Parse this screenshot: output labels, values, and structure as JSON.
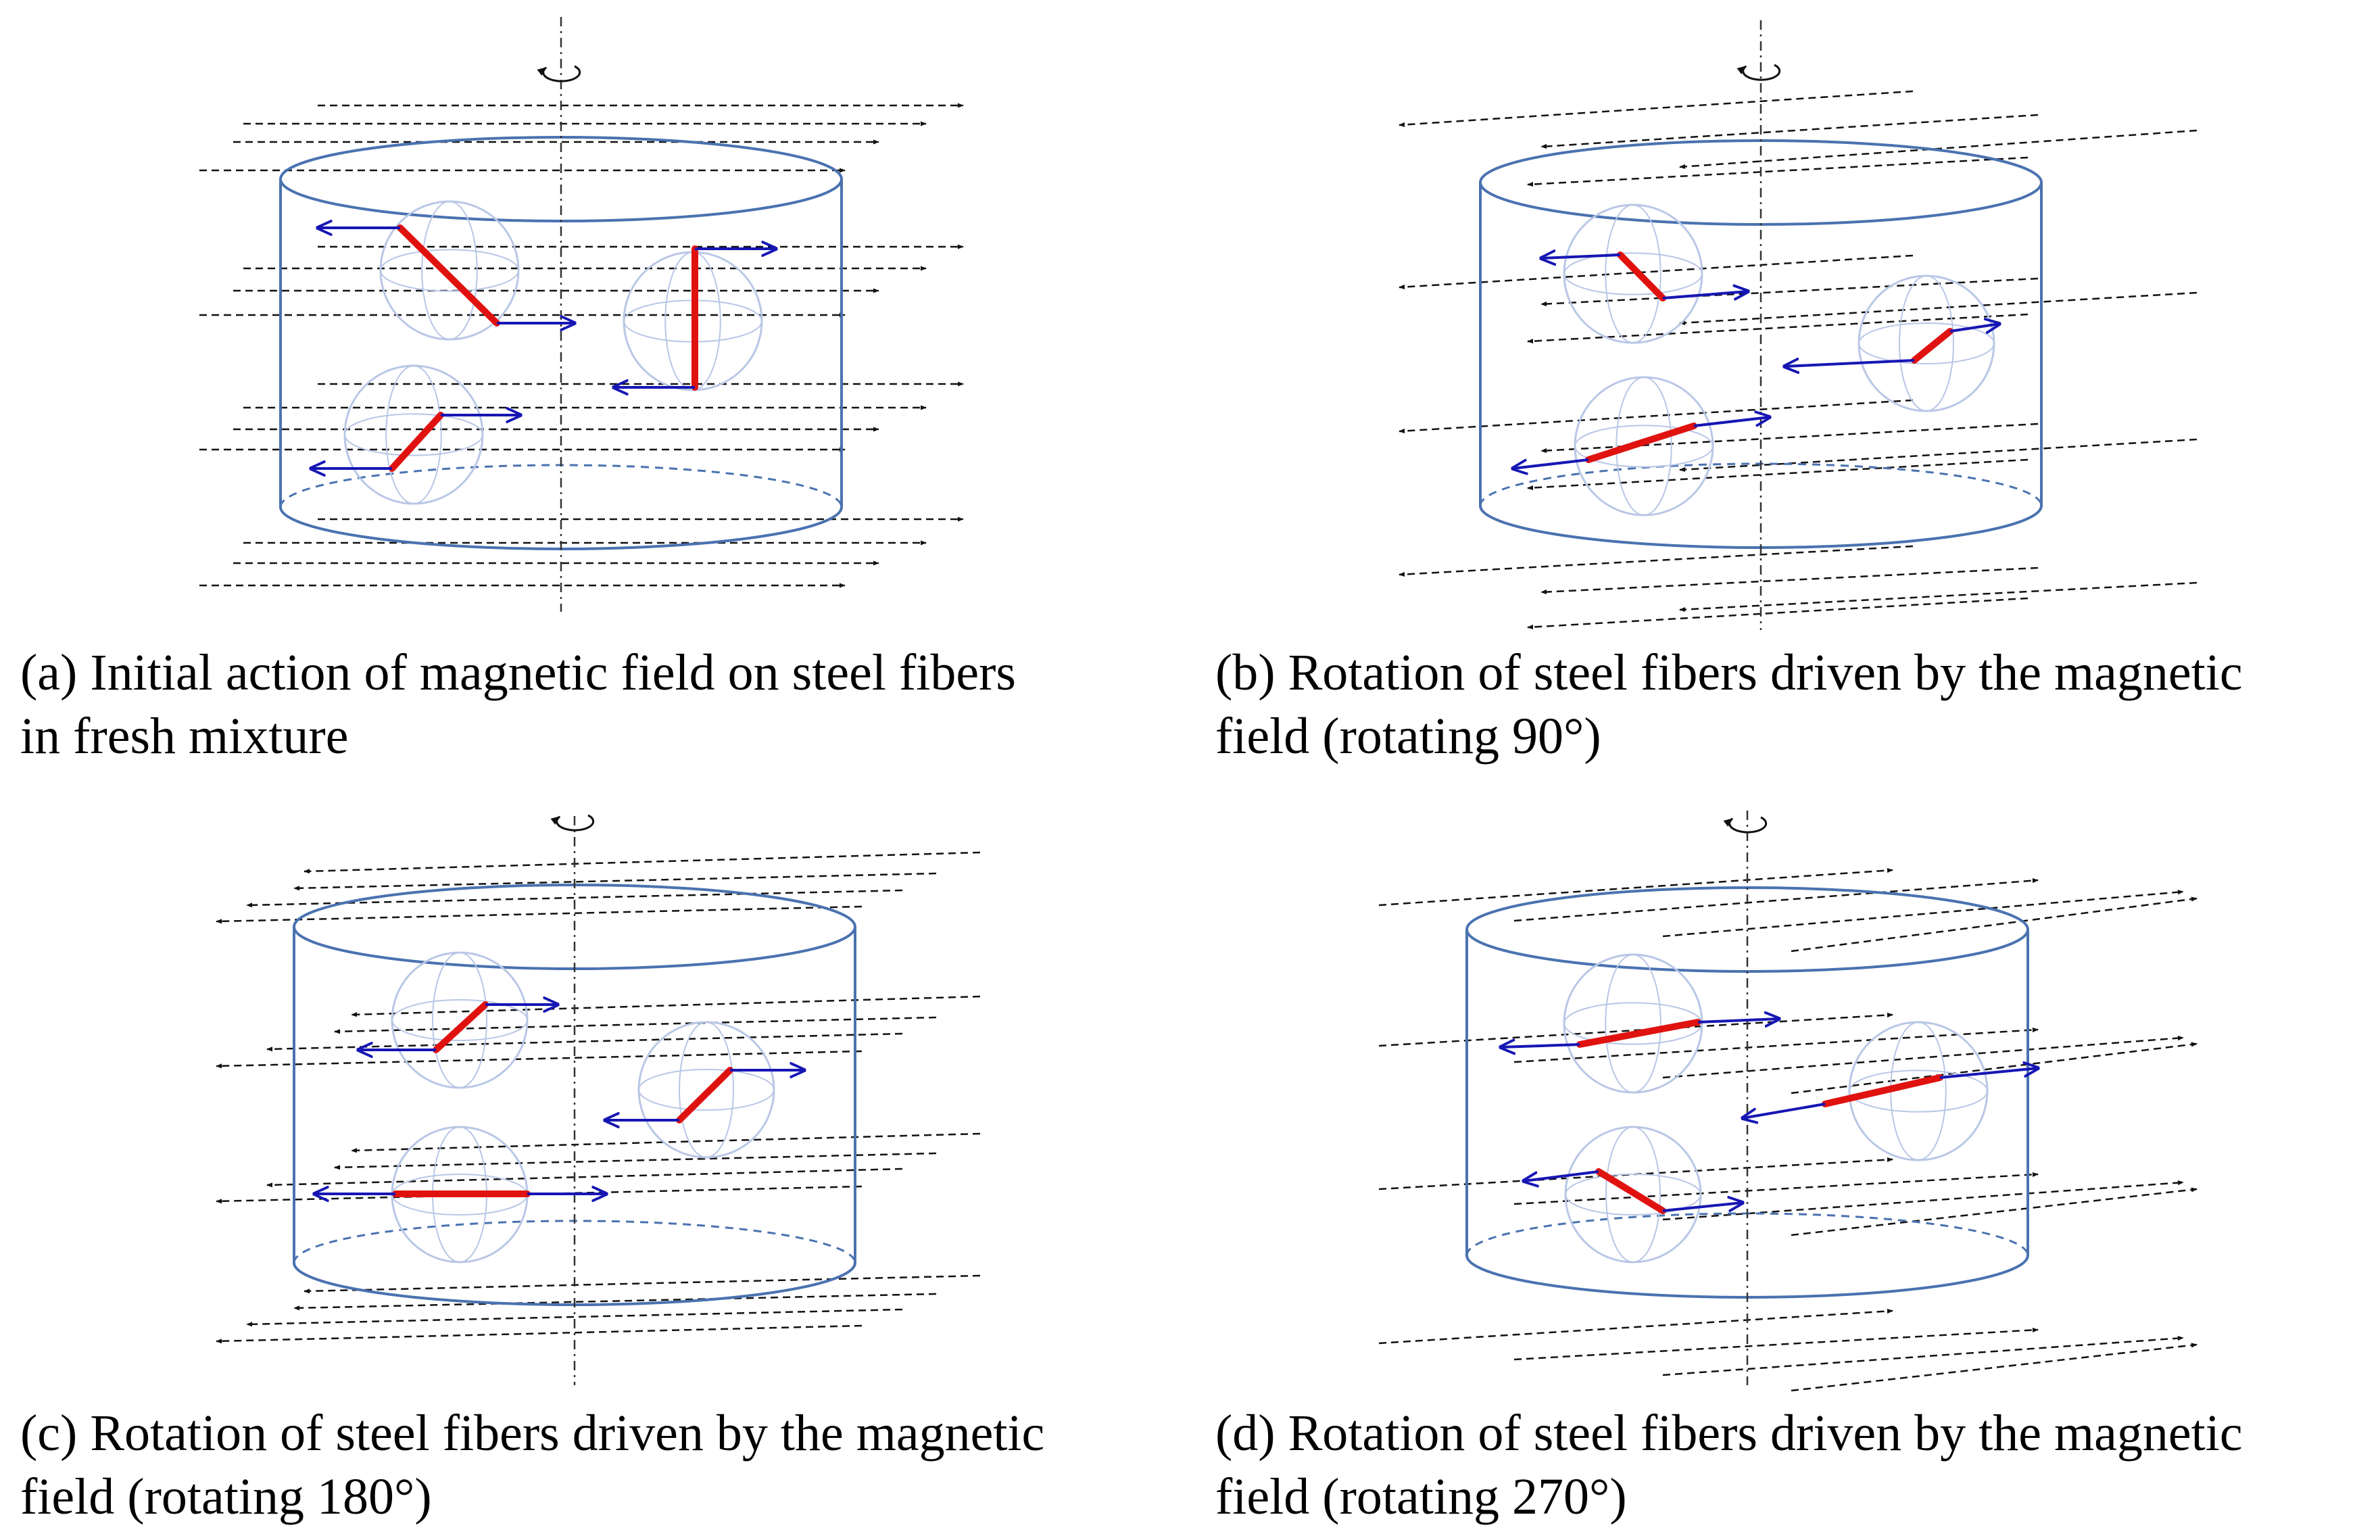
{
  "panels": [
    {
      "id": "a",
      "caption_line1": "(a) Initial action of magnetic field on steel fibers",
      "caption_line2": "in fresh mixture",
      "field_direction": "right"
    },
    {
      "id": "b",
      "caption_line1": "(b) Rotation of steel fibers driven by the magnetic",
      "caption_line2": "field (rotating 90°)",
      "field_direction": "left"
    },
    {
      "id": "c",
      "caption_line1": "(c) Rotation of steel fibers driven by the magnetic",
      "caption_line2": "field (rotating 180°)",
      "field_direction": "left"
    },
    {
      "id": "d",
      "caption_line1": "(d) Rotation of steel fibers driven by the magnetic",
      "caption_line2": "field (rotating 270°)",
      "field_direction": "right"
    }
  ],
  "colors": {
    "cylinder": "#4a72b0",
    "sphere": "#b9c7e6",
    "fiber": "#e0120f",
    "magnetic_pole_arrow": "#1616b4",
    "field_line": "#111111",
    "axis": "#333333"
  }
}
